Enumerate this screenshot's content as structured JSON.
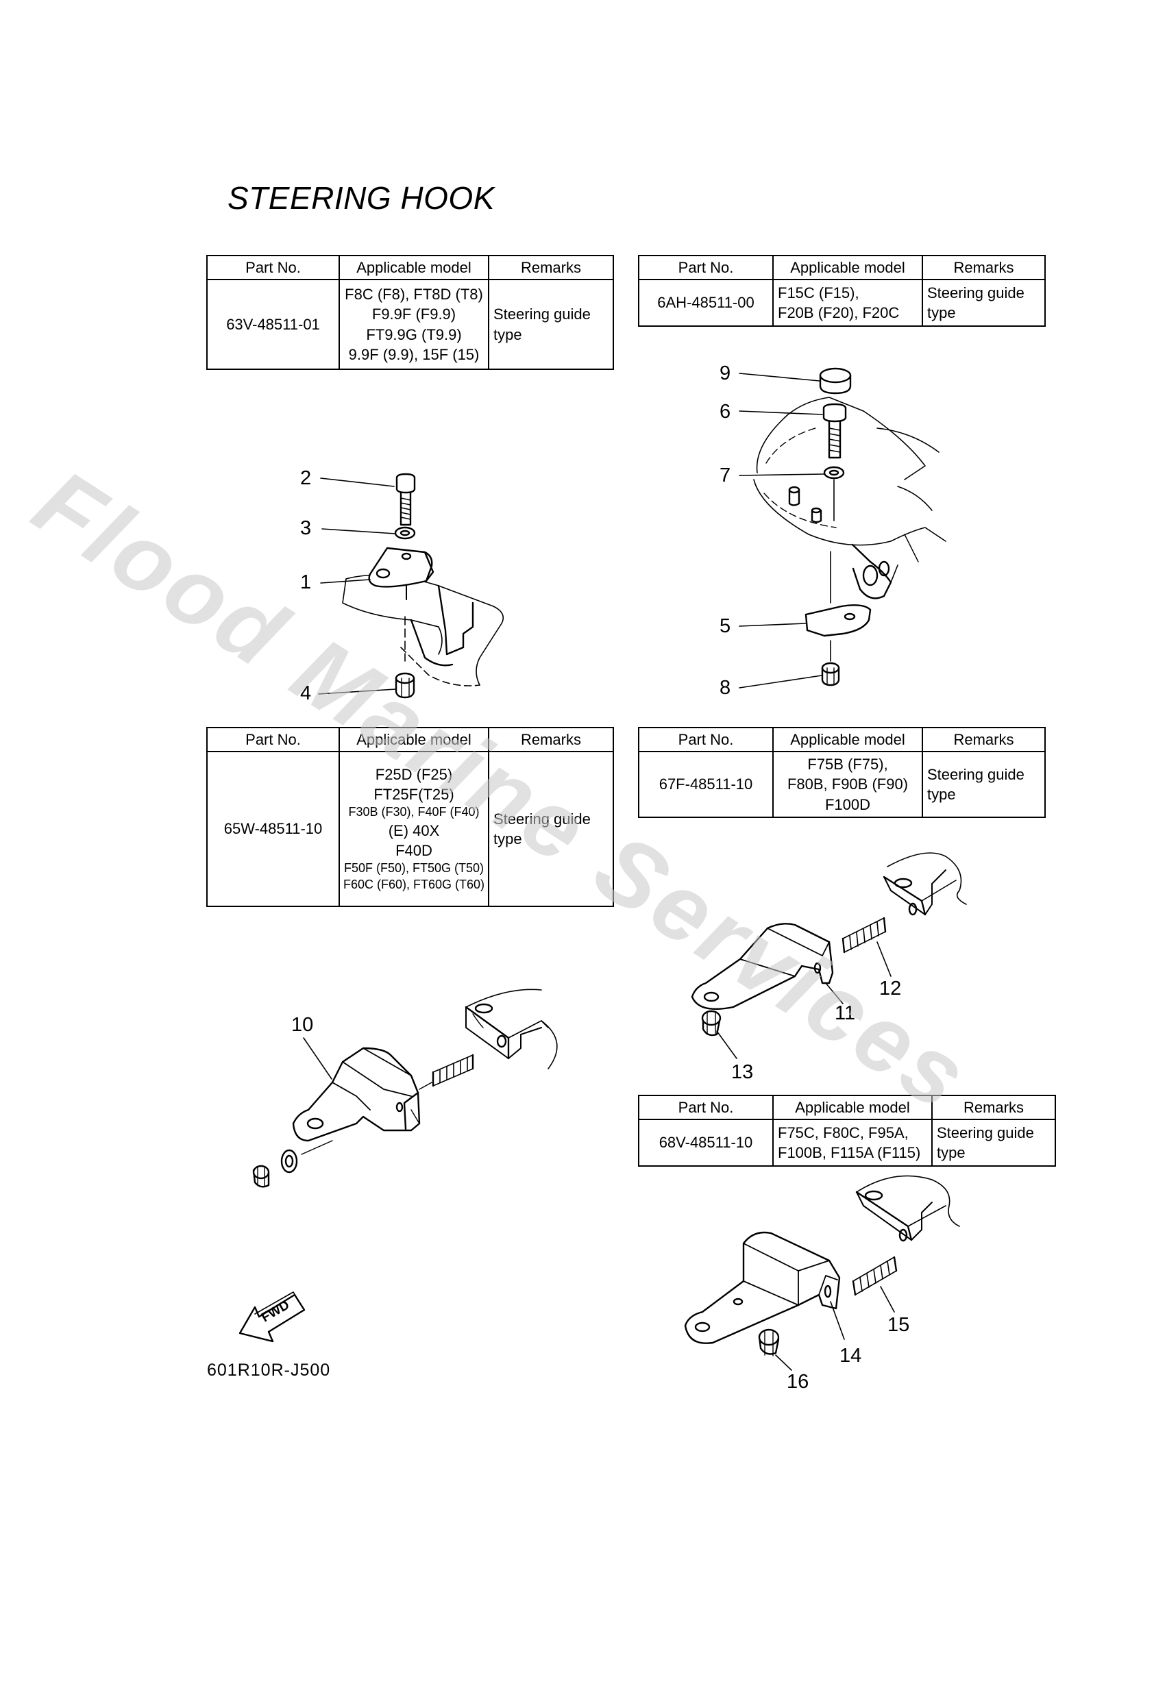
{
  "page_title": "STEERING HOOK",
  "ref_code": "601R10R-J500",
  "fwd_label": "FWD",
  "watermark": "Flood Marine Services",
  "headers": {
    "part_no": "Part No.",
    "applicable_model": "Applicable model",
    "remarks": "Remarks"
  },
  "tables": [
    {
      "part_no": "63V-48511-01",
      "models": [
        "F8C (F8), FT8D (T8)",
        "F9.9F (F9.9)",
        "FT9.9G (T9.9)",
        "9.9F (9.9), 15F (15)"
      ],
      "remarks": [
        "Steering guide",
        "type"
      ]
    },
    {
      "part_no": "6AH-48511-00",
      "models": [
        "F15C (F15),",
        "F20B (F20), F20C"
      ],
      "remarks": [
        "Steering guide",
        "type"
      ]
    },
    {
      "part_no": "65W-48511-10",
      "models": [
        "F25D (F25)",
        "FT25F(T25)",
        "F30B (F30), F40F (F40)",
        "(E) 40X",
        "F40D",
        "F50F (F50), FT50G (T50)",
        "F60C (F60), FT60G (T60)"
      ],
      "remarks": [
        "Steering guide",
        "type"
      ]
    },
    {
      "part_no": "67F-48511-10",
      "models": [
        "F75B (F75),",
        "F80B, F90B (F90)",
        "F100D"
      ],
      "remarks": [
        "Steering guide",
        "type"
      ]
    },
    {
      "part_no": "68V-48511-10",
      "models": [
        "F75C, F80C, F95A,",
        "F100B, F115A (F115)"
      ],
      "remarks": [
        "Steering guide",
        "type"
      ]
    }
  ],
  "callouts": [
    "1",
    "2",
    "3",
    "4",
    "5",
    "6",
    "7",
    "8",
    "9",
    "10",
    "11",
    "12",
    "13",
    "14",
    "15",
    "16"
  ]
}
